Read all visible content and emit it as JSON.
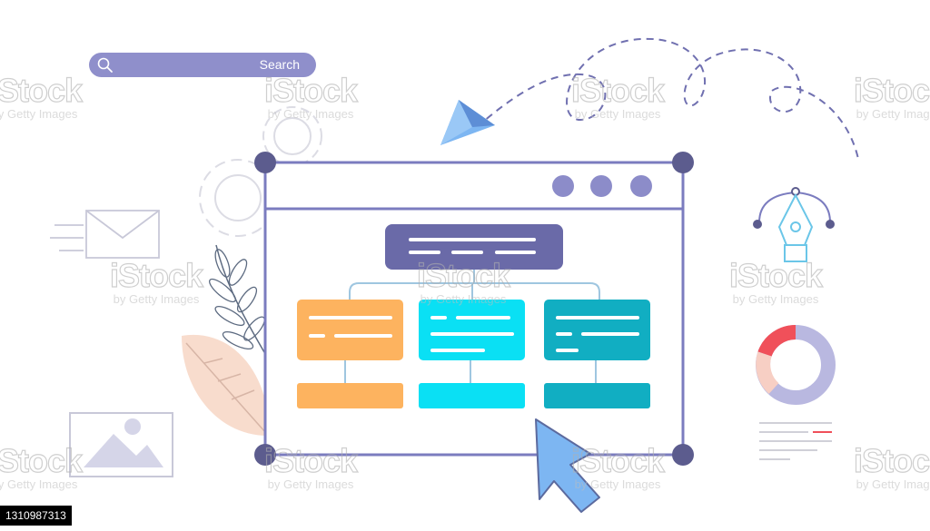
{
  "search": {
    "label": "Search"
  },
  "watermark": {
    "brand": "iStock",
    "credit": "by Getty Images"
  },
  "stock_id": "1310987313",
  "colors": {
    "outline": "#7b7cbf",
    "corner": "#5c5c8e",
    "window_dots": "#8c8cc9",
    "top_node": "#6a6aa8",
    "orange": "#fdb35f",
    "cyan": "#0ae0f4",
    "teal": "#11aec2",
    "search_bg": "#8f8fcb",
    "donut_red": "#f0505a",
    "donut_peach": "#f7cfc4",
    "donut_lavender": "#b9b8e0"
  },
  "icons": [
    "search-icon",
    "paper-plane-icon",
    "gear-icon",
    "envelope-icon",
    "pen-tool-icon",
    "leaf-icon",
    "image-icon",
    "cursor-arrow-icon",
    "donut-chart-icon"
  ]
}
